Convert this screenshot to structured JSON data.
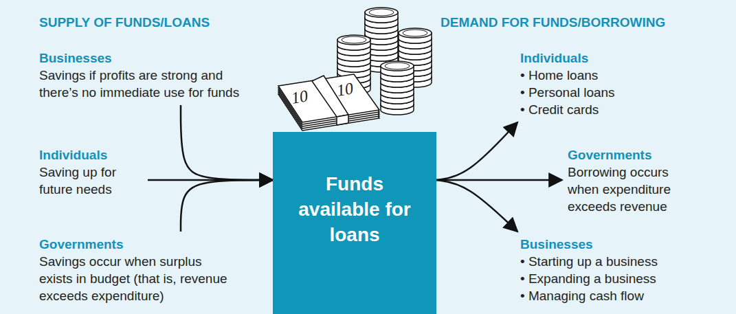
{
  "diagram": {
    "nodes": [
      {
        "text": [
          "Businesses",
          "Savings if profits are strong and there’s no immediate use for funds"
        ]
      },
      {
        "text": [
          "Individuals",
          "Saving up for future needs"
        ]
      },
      {
        "text": [
          "Governments",
          "Savings occur when surplus exists in budget (that is, revenue exceeds expenditure)"
        ]
      },
      {
        "text": [
          "Funds available for loans"
        ]
      },
      {
        "text": [
          "Individuals",
          "• Home loans",
          "• Personal loans",
          "• Credit cards"
        ]
      },
      {
        "text": [
          "Governments",
          "Borrowing occurs when expenditure exceeds revenue"
        ]
      },
      {
        "text": [
          "Businesses",
          "• Starting up a business",
          "• Expanding a business",
          "• Managing cash flow"
        ]
      }
    ],
    "edges": [
      {
        "from": 0,
        "to": 3,
        "arrow": "to"
      },
      {
        "from": 1,
        "to": 3,
        "arrow": "to"
      },
      {
        "from": 2,
        "to": 3,
        "arrow": "to"
      },
      {
        "from": 3,
        "to": 4,
        "arrow": "to"
      },
      {
        "from": 3,
        "to": 5,
        "arrow": "to"
      },
      {
        "from": 3,
        "to": 6,
        "arrow": "to"
      }
    ],
    "labels": [
      "SUPPLY OF FUNDS/LOANS",
      "DEMAND FOR FUNDS/BORROWING",
      "10",
      "10"
    ]
  }
}
